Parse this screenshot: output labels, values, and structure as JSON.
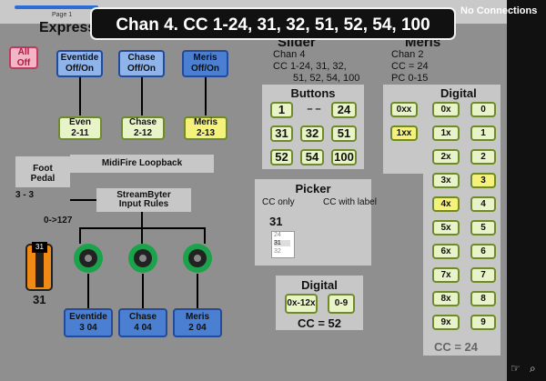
{
  "header": {
    "page_label": "Page 1",
    "tooltip": "Chan 4. CC 1-24, 31, 32, 51, 52, 54, 100",
    "status": "No Connections"
  },
  "left": {
    "title": "Express",
    "all_off": "All\nOff",
    "top_buttons": [
      "Eventide\nOff/On",
      "Chase\nOff/On",
      "Meris\nOff/On"
    ],
    "mid_buttons": [
      "Even\n2-11",
      "Chase\n2-12",
      "Meris\n2-13"
    ],
    "midifire": "MidiFire Loopback",
    "foot_pedal": "Foot\nPedal",
    "range1": "3 - 3",
    "range2": "0->127",
    "streambyter": "StreamByter\nInput Rules",
    "pedal_value": "31",
    "pedal_small": "31",
    "bottom_buttons": [
      "Eventide\n3 04",
      "Chase\n4 04",
      "Meris\n2 04"
    ]
  },
  "center": {
    "title": "Slider",
    "chan": "Chan 4",
    "cc1": "CC 1-24, 31, 32,",
    "cc2": "51, 52, 54, 100",
    "buttons_title": "Buttons",
    "buttons": [
      "1",
      "–  –",
      "24",
      "31",
      "32",
      "51",
      "52",
      "54",
      "100"
    ],
    "picker_title": "Picker",
    "picker_cc_only": "CC only",
    "picker_cc_label": "CC with label",
    "picker_value": "31",
    "picker_items": [
      "24",
      "31",
      "32"
    ],
    "digital_title": "Digital",
    "digital_buttons": [
      "0x-12x",
      "0-9"
    ],
    "digital_cc": "CC = 52"
  },
  "right": {
    "title": "Meris",
    "chan": "Chan 2",
    "cc": "CC = 24",
    "pc": "PC 0-15",
    "digital_title": "Digital",
    "col1": [
      "0xx",
      "1xx"
    ],
    "col2": [
      "0x",
      "1x",
      "2x",
      "3x",
      "4x",
      "5x",
      "6x",
      "7x",
      "8x",
      "9x"
    ],
    "col3": [
      "0",
      "1",
      "2",
      "3",
      "4",
      "5",
      "6",
      "7",
      "8",
      "9"
    ]
  },
  "icons": {
    "cursor": "cursor-icon",
    "zoom": "zoom-icon"
  }
}
